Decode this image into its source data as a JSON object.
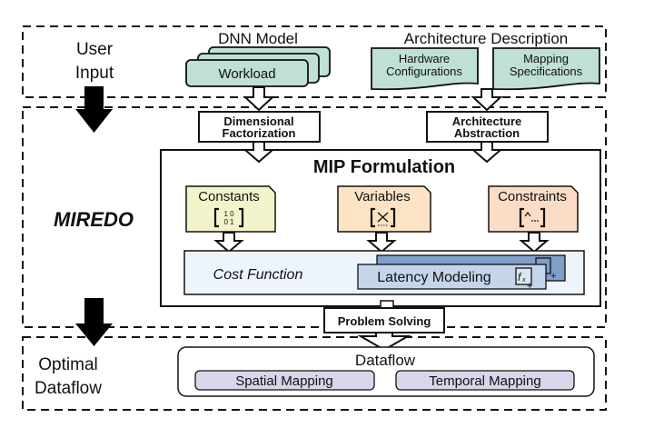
{
  "sections": {
    "user_input": {
      "label_line1": "User",
      "label_line2": "Input"
    },
    "miredo": {
      "label": "MIREDO"
    },
    "optimal_dataflow": {
      "label_line1": "Optimal",
      "label_line2": "Dataflow"
    }
  },
  "inputs": {
    "dnn_model": {
      "title": "DNN Model",
      "card_label": "Workload"
    },
    "architecture_description": {
      "title": "Architecture Description",
      "hardware": {
        "line1": "Hardware",
        "line2": "Configurations"
      },
      "mapping": {
        "line1": "Mapping",
        "line2": "Specifications"
      }
    }
  },
  "preprocessing": {
    "dimensional_factorization": {
      "line1": "Dimensional",
      "line2": "Factorization"
    },
    "architecture_abstraction": {
      "line1": "Architecture",
      "line2": "Abstraction"
    }
  },
  "mip": {
    "title": "MIP Formulation",
    "constants": {
      "label": "Constants",
      "icon": "matrix-icon",
      "icon_rows": [
        "1 0",
        "0 1"
      ]
    },
    "variables": {
      "label": "Variables",
      "icon": "variable-x-icon",
      "icon_text": "x"
    },
    "constraints": {
      "label": "Constraints",
      "icon": "constraint-icon",
      "icon_text": "^..."
    },
    "cost_function": {
      "label": "Cost Function"
    },
    "latency_modeling": {
      "label": "Latency Modeling",
      "icon": "function-fx-icon"
    }
  },
  "solver": {
    "label": "Problem Solving"
  },
  "output": {
    "title": "Dataflow",
    "spatial": "Spatial Mapping",
    "temporal": "Temporal Mapping"
  },
  "colors": {
    "workload_fill": "#bfe0d2",
    "doc_fill": "#bfe0d2",
    "constants_fill": "#f4f4cc",
    "variables_fill": "#fbe3c4",
    "constraints_fill": "#fbdcc6",
    "cost_fill": "#eef4fb",
    "latency_front_fill": "#c5d6ea",
    "latency_back_fill": "#7f9fc8",
    "mapping_fill": "#d8d6ea"
  }
}
